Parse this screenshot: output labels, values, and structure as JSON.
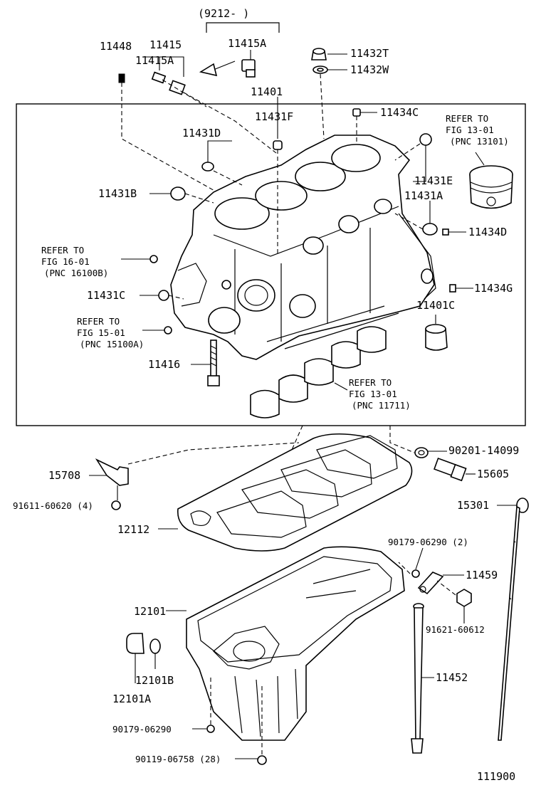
{
  "date_range": "(9212-      )",
  "labels": {
    "p11448": "11448",
    "p11415": "11415",
    "p11415a_1": "11415A",
    "p11415a_2": "11415A",
    "p11432t": "11432T",
    "p11432w": "11432W",
    "p11401": "11401",
    "p11431f": "11431F",
    "p11434c": "11434C",
    "p11431d": "11431D",
    "p11431e": "11431E",
    "p11431a": "11431A",
    "p11431b": "11431B",
    "p11434d": "11434D",
    "p11434g": "11434G",
    "p11431c": "11431C",
    "p11401c": "11401C",
    "p11416": "11416",
    "p90201": "90201-14099",
    "p15708": "15708",
    "p15605": "15605",
    "p91611": "91611-60620 (4)",
    "p15301": "15301",
    "p12112": "12112",
    "p90179a": "90179-06290 (2)",
    "p11459": "11459",
    "p12101": "12101",
    "p91621": "91621-60612",
    "p12101b": "12101B",
    "p12101a": "12101A",
    "p11452": "11452",
    "p90179b": "90179-06290",
    "p90119": "90119-06758 (28)"
  },
  "refs": {
    "r13101": [
      "REFER TO",
      "FIG 13-01",
      "(PNC 13101)"
    ],
    "r16100": [
      "REFER TO",
      "FIG 16-01",
      "(PNC 16100B)"
    ],
    "r15100": [
      "REFER TO",
      "FIG 15-01",
      "(PNC 15100A)"
    ],
    "r11711": [
      "REFER TO",
      "FIG 13-01",
      "(PNC 11711)"
    ]
  },
  "figure_number": "111900"
}
